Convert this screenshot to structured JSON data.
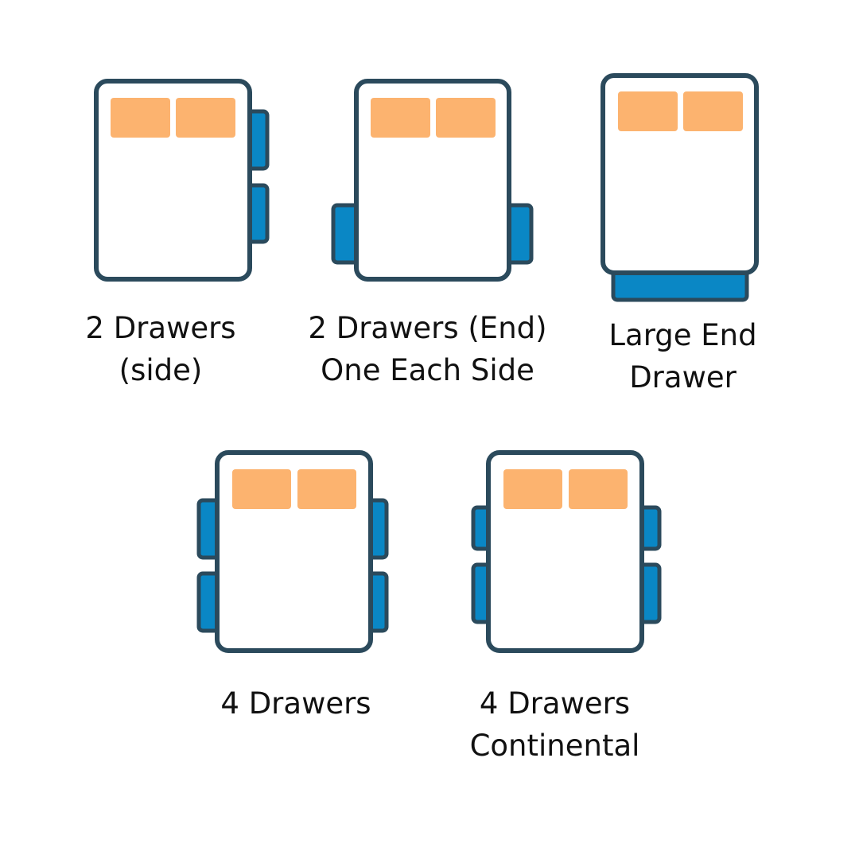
{
  "colors": {
    "background": "#ffffff",
    "outline": "#2b4a5c",
    "mattress": "#ffffff",
    "pillow": "#fcb36f",
    "drawer": "#0a87c5",
    "caption_text": "#111111"
  },
  "beds": [
    {
      "id": "two-drawers-side",
      "drawer_layout": "two drawers on right side",
      "caption_lines": [
        "2 Drawers",
        "(side)"
      ]
    },
    {
      "id": "two-drawers-end",
      "drawer_layout": "one drawer each side at foot end",
      "caption_lines": [
        "2 Drawers (End)",
        "One Each Side"
      ]
    },
    {
      "id": "large-end-drawer",
      "drawer_layout": "one wide drawer at foot",
      "caption_lines": [
        "Large End",
        "Drawer"
      ]
    },
    {
      "id": "four-drawers",
      "drawer_layout": "two drawers on each side",
      "caption_lines": [
        "4 Drawers"
      ]
    },
    {
      "id": "four-drawers-continental",
      "drawer_layout": "two smaller drawers on each side",
      "caption_lines": [
        "4 Drawers",
        "Continental"
      ]
    }
  ]
}
